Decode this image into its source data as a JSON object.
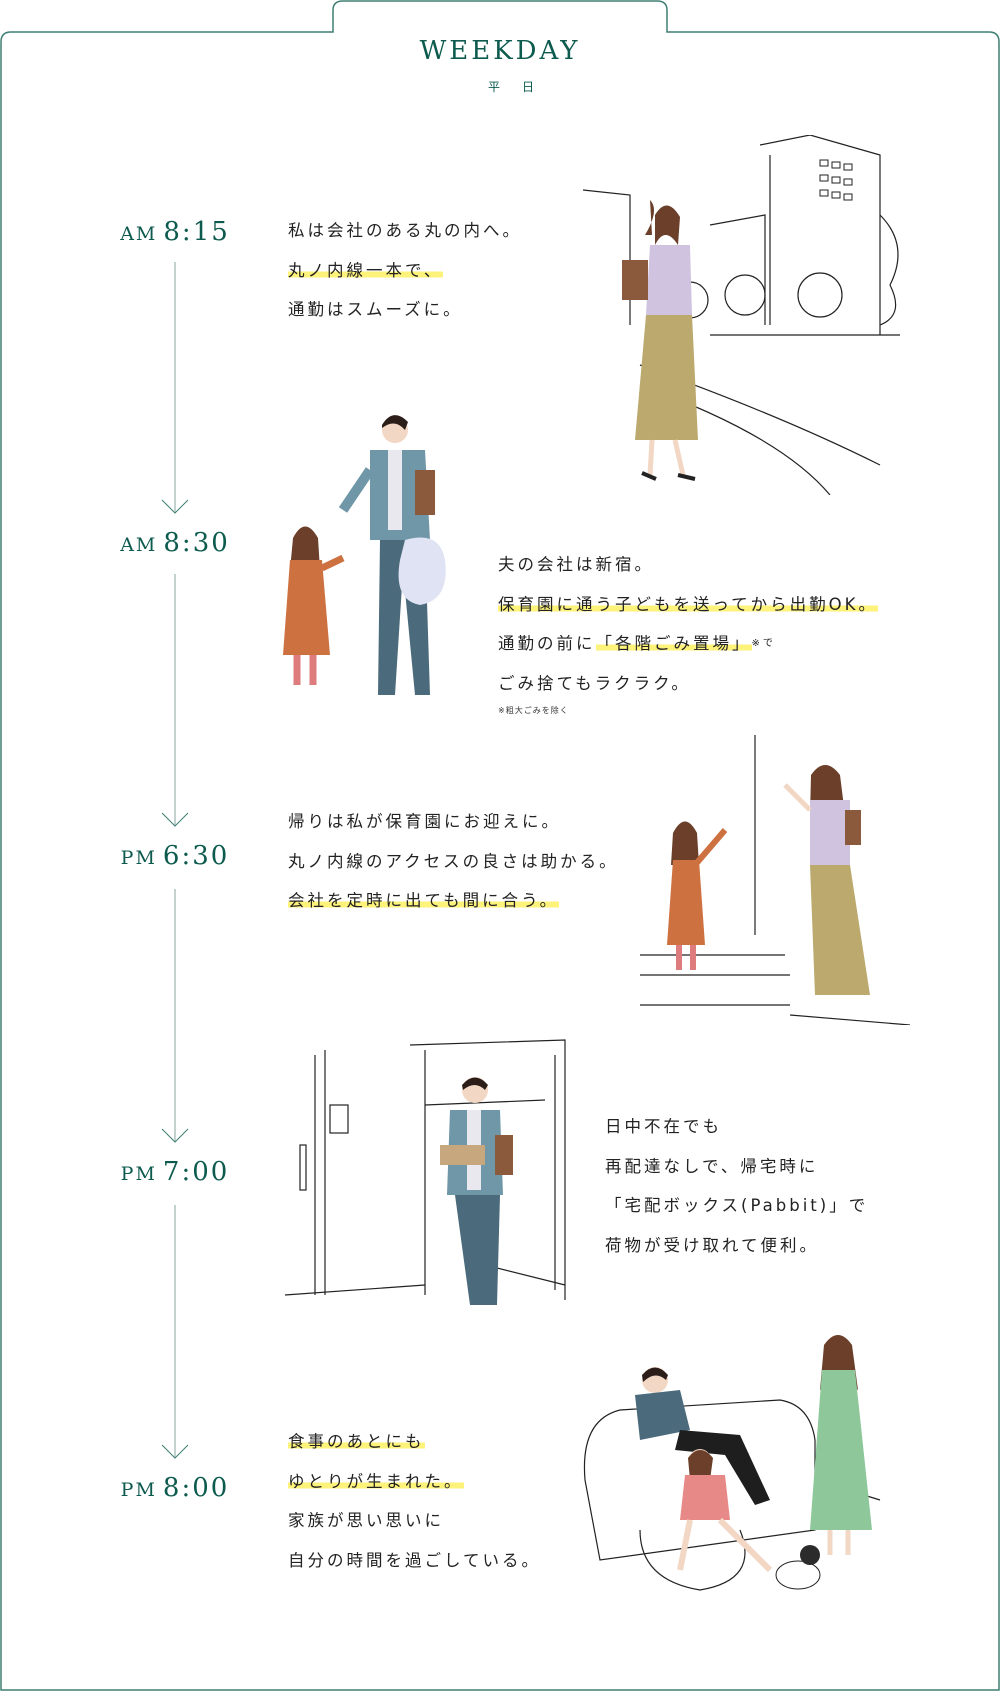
{
  "header": {
    "title": "WEEKDAY",
    "subtitle": "平日"
  },
  "colors": {
    "accent": "#0d5a4e",
    "highlight": "#fdf27a",
    "timeline": "#c4d2cf"
  },
  "timeline": [
    {
      "ampm": "AM",
      "time": "8:15",
      "lines": [
        {
          "text": "私は会社のある丸の内へ。",
          "highlight": false
        },
        {
          "text": "丸ノ内線一本で、",
          "highlight": true
        },
        {
          "text": "通勤はスムーズに。",
          "highlight": false
        }
      ]
    },
    {
      "ampm": "AM",
      "time": "8:30",
      "lines": [
        {
          "text": "夫の会社は新宿。",
          "highlight": false
        },
        {
          "text": "保育園に通う子どもを送ってから出勤OK。",
          "highlight": true
        },
        {
          "pre": "通勤の前に",
          "hl": "「各階ごみ置場」",
          "post": "※で"
        },
        {
          "text": "ごみ捨てもラクラク。",
          "highlight": false
        }
      ],
      "note": "※粗大ごみを除く"
    },
    {
      "ampm": "PM",
      "time": "6:30",
      "lines": [
        {
          "text": "帰りは私が保育園にお迎えに。",
          "highlight": false
        },
        {
          "text": "丸ノ内線のアクセスの良さは助かる。",
          "highlight": false
        },
        {
          "text": "会社を定時に出ても間に合う。",
          "highlight": true
        }
      ]
    },
    {
      "ampm": "PM",
      "time": "7:00",
      "lines": [
        {
          "text": "日中不在でも",
          "highlight": false
        },
        {
          "text": "再配達なしで、帰宅時に",
          "highlight": false
        },
        {
          "text": "「宅配ボックス(Pabbit)」で",
          "highlight": false
        },
        {
          "text": "荷物が受け取れて便利。",
          "highlight": false
        }
      ]
    },
    {
      "ampm": "PM",
      "time": "8:00",
      "lines": [
        {
          "text": "食事のあとにも",
          "highlight": true
        },
        {
          "text": "ゆとりが生まれた。",
          "highlight": true
        },
        {
          "text": "家族が思い思いに",
          "highlight": false
        },
        {
          "text": "自分の時間を過ごしている。",
          "highlight": false
        }
      ]
    }
  ]
}
